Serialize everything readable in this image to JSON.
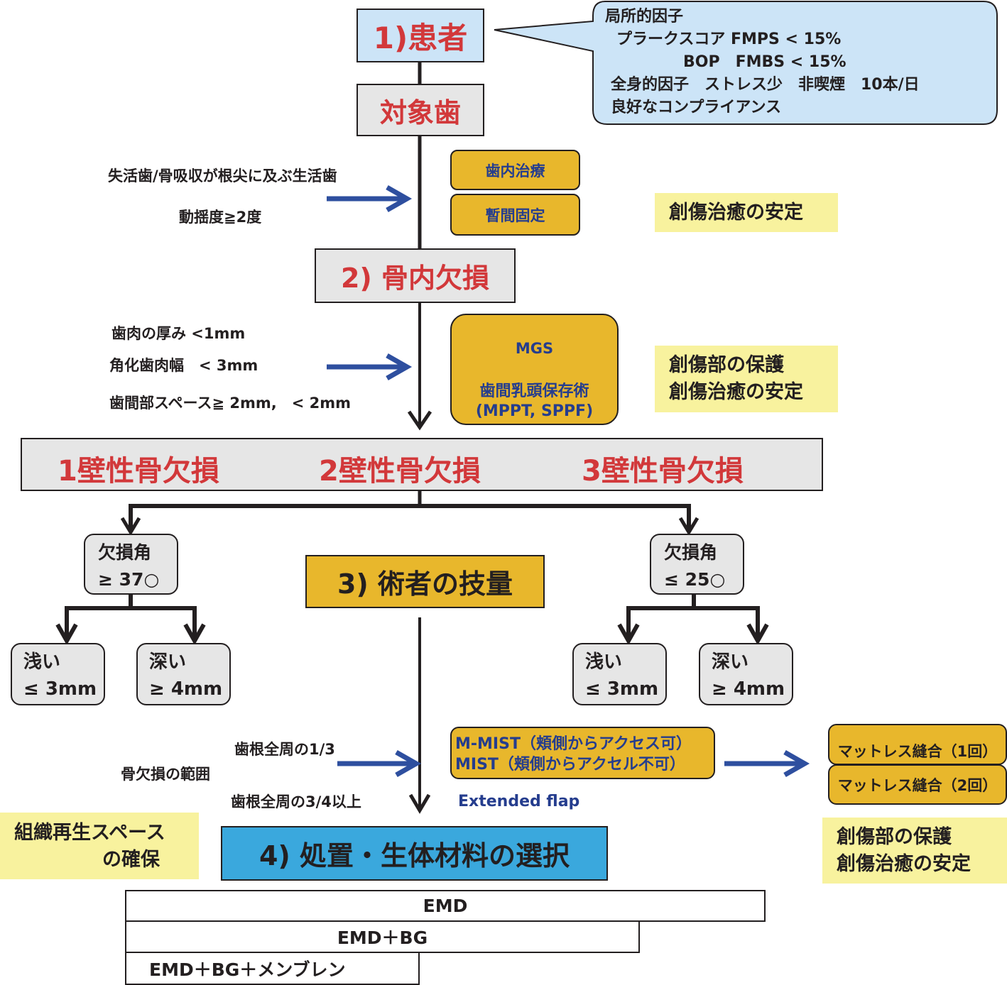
{
  "nodes": {
    "patient": "1)患者",
    "target_tooth": "対象歯",
    "intrabony_defect": "2) 骨内欠損",
    "defect_types": [
      "1壁性骨欠損",
      "2壁性骨欠損",
      "3壁性骨欠損"
    ],
    "operator_skill": "3) 術者の技量",
    "treatment_selection": "4) 処置・生体材料の選択"
  },
  "patient_callout": {
    "lines": [
      "局所的因子",
      "プラークスコア FMPS < 15%",
      "BOP　FMBS < 15%",
      "全身的因子　ストレス少　非喫煙　10本/日",
      "良好なコンプライアンス"
    ]
  },
  "step1": {
    "conditions": [
      "失活歯/骨吸収が根尖に及ぶ生活歯",
      "動揺度≧2度"
    ],
    "treatments": [
      "歯内治療",
      "暫間固定"
    ],
    "goal": "創傷治癒の安定"
  },
  "step2": {
    "conditions": [
      "歯肉の厚み <1mm",
      "角化歯肉幅　< 3mm",
      "歯間部スペース≧ 2mm,　< 2mm"
    ],
    "treatment_lines": [
      "MGS",
      "歯間乳頭保存術",
      "(MPPT, SPPF)"
    ],
    "goal_lines": [
      "創傷部の保護",
      "創傷治癒の安定"
    ]
  },
  "angle_branches": [
    {
      "angle_title": "欠損角",
      "angle_value": "≥ 37○",
      "shallow": {
        "title": "浅い",
        "value": "≤ 3mm"
      },
      "deep": {
        "title": "深い",
        "value": "≥ 4mm"
      }
    },
    {
      "angle_title": "欠損角",
      "angle_value": "≤ 25○",
      "shallow": {
        "title": "浅い",
        "value": "≤ 3mm"
      },
      "deep": {
        "title": "深い",
        "value": "≥ 4mm"
      }
    }
  ],
  "step3": {
    "range_label": "骨欠損の範囲",
    "range_conditions": [
      "歯根全周の1/3",
      "歯根全周の3/4以上"
    ],
    "flap_lines": [
      "M-MIST（頬側からアクセス可）",
      "MIST（頬側からアクセル不可）"
    ],
    "extended": "Extended flap",
    "sutures": [
      "マットレス縫合（1回）",
      "マットレス縫合（2回）"
    ],
    "goal_lines": [
      "創傷部の保護",
      "創傷治癒の安定"
    ]
  },
  "step4": {
    "space_goal_lines": [
      "組織再生スペース",
      "の確保"
    ],
    "materials": [
      "EMD",
      "EMD＋BG",
      "EMD＋BG＋メンブレン"
    ]
  },
  "colors": {
    "title_red": "#d2383a",
    "navy_text": "#253d8e",
    "arrow_blue": "#2e4f9f",
    "gold": "#e8b72c",
    "yellow_note": "#f8f29e",
    "light_blue": "#cce4f7",
    "cyan": "#3aa8dd",
    "grey_box": "#e6e6e6"
  }
}
